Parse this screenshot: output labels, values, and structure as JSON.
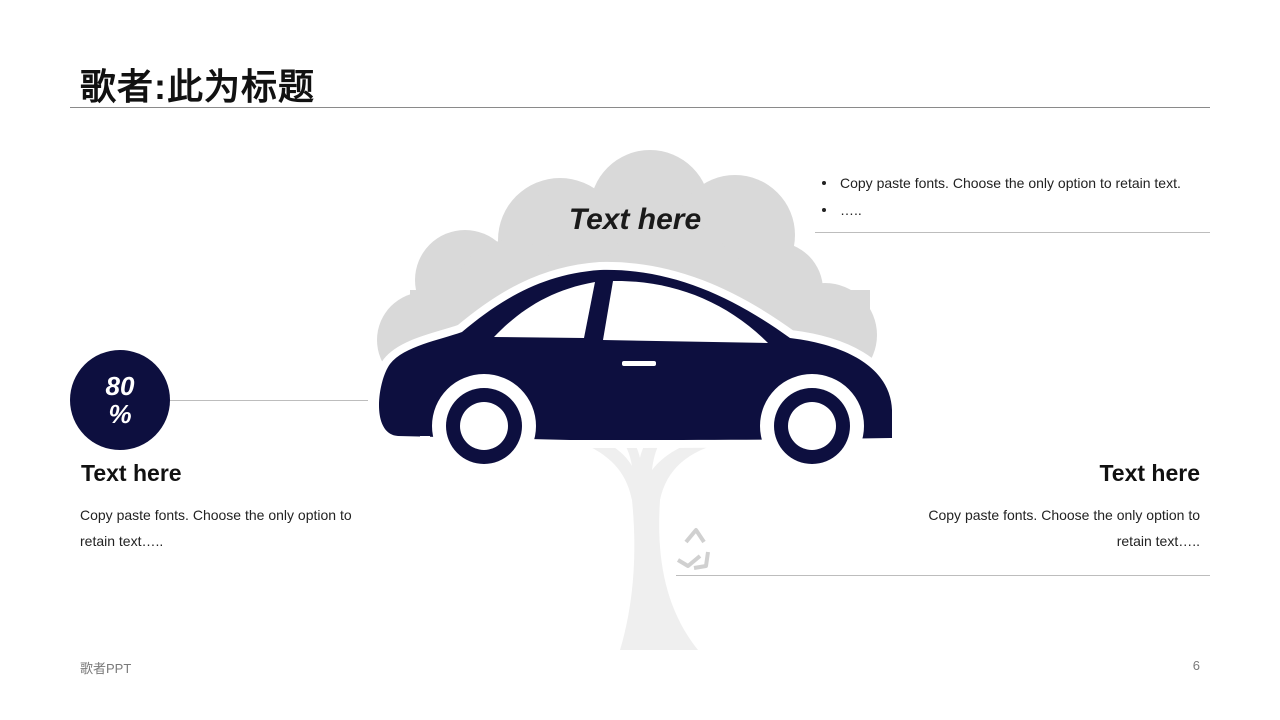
{
  "slide": {
    "title": "歌者:此为标题",
    "cloud_caption": "Text here",
    "bullets": [
      "Copy paste fonts. Choose the only option to retain text.",
      "….."
    ],
    "stat": {
      "value": "80%"
    },
    "left_block": {
      "heading": "Text here",
      "body": "Copy paste fonts. Choose the only option to retain text….."
    },
    "right_block": {
      "heading": "Text here",
      "body": "Copy paste fonts. Choose the only option to retain text….."
    },
    "footer": {
      "brand": "歌者PPT",
      "page_number": "6"
    }
  },
  "colors": {
    "accent_navy": "#0d0f3f",
    "cloud_gray": "#d9d9d9",
    "tree_gray": "#efefef",
    "rule_gray": "#bdbdbd"
  },
  "icons": [
    "recycle-icon",
    "car-icon",
    "cloud-icon",
    "tree-icon"
  ]
}
